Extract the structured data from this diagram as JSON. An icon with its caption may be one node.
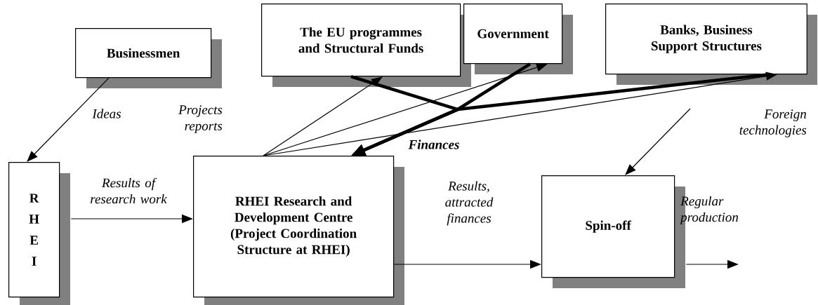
{
  "diagram": {
    "nodes": [
      {
        "text": [
          "Businessmen"
        ]
      },
      {
        "text": [
          "The EU programmes and Structural Funds"
        ]
      },
      {
        "text": [
          "Government"
        ]
      },
      {
        "text": [
          "Banks, Business Support Structures"
        ]
      },
      {
        "text": [
          "R H E I"
        ]
      },
      {
        "text": [
          "RHEI Research and Development Centre (Project Coordination Structure at RHEI)"
        ]
      },
      {
        "text": [
          "Spin-off"
        ]
      }
    ],
    "edges": [
      {
        "from": 0,
        "to": 4,
        "arrow": "to",
        "label": "Ideas"
      },
      {
        "from": 4,
        "to": 5,
        "arrow": "to",
        "label": "Results of research work"
      },
      {
        "from": 5,
        "to": 1,
        "arrow": "to",
        "label": "Projects reports"
      },
      {
        "from": 5,
        "to": 2,
        "arrow": "to"
      },
      {
        "from": 5,
        "to": 3,
        "arrow": "to"
      },
      {
        "from": 1,
        "to": 5,
        "arrow": "to",
        "style": "thick",
        "label": "Finances"
      },
      {
        "from": 2,
        "to": 5,
        "arrow": "to",
        "style": "thick"
      },
      {
        "from": 3,
        "to": 5,
        "arrow": "to",
        "style": "thick"
      },
      {
        "from": 5,
        "to": 6,
        "arrow": "to",
        "label": "Results, attracted finances"
      },
      {
        "from": null,
        "to": 6,
        "arrow": "to",
        "label": "Foreign technologies"
      },
      {
        "from": 6,
        "to": null,
        "arrow": "to",
        "label": "Regular production"
      }
    ]
  }
}
